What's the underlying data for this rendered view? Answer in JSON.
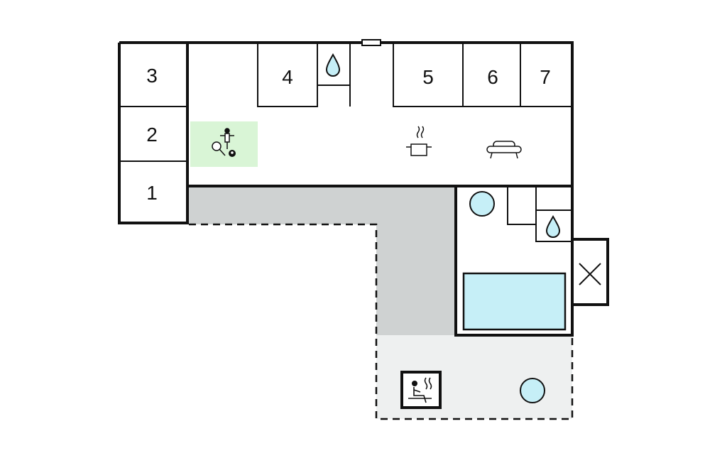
{
  "rooms": {
    "r1": "1",
    "r2": "2",
    "r3": "3",
    "r4": "4",
    "r5": "5",
    "r6": "6",
    "r7": "7"
  },
  "colors": {
    "water": "#c6eff7",
    "play_area": "#d9f5d6",
    "covered_terrace": "#cfd2d2",
    "open_terrace": "#eef0f0",
    "walls": "#111111"
  },
  "icons": [
    "water-drop-icon",
    "table-tennis-icon",
    "table-football-icon",
    "billiards-icon",
    "cooking-pot-icon",
    "sofa-icon",
    "whirlpool-icon",
    "swimming-pool-icon",
    "sauna-icon",
    "cross-icon"
  ]
}
